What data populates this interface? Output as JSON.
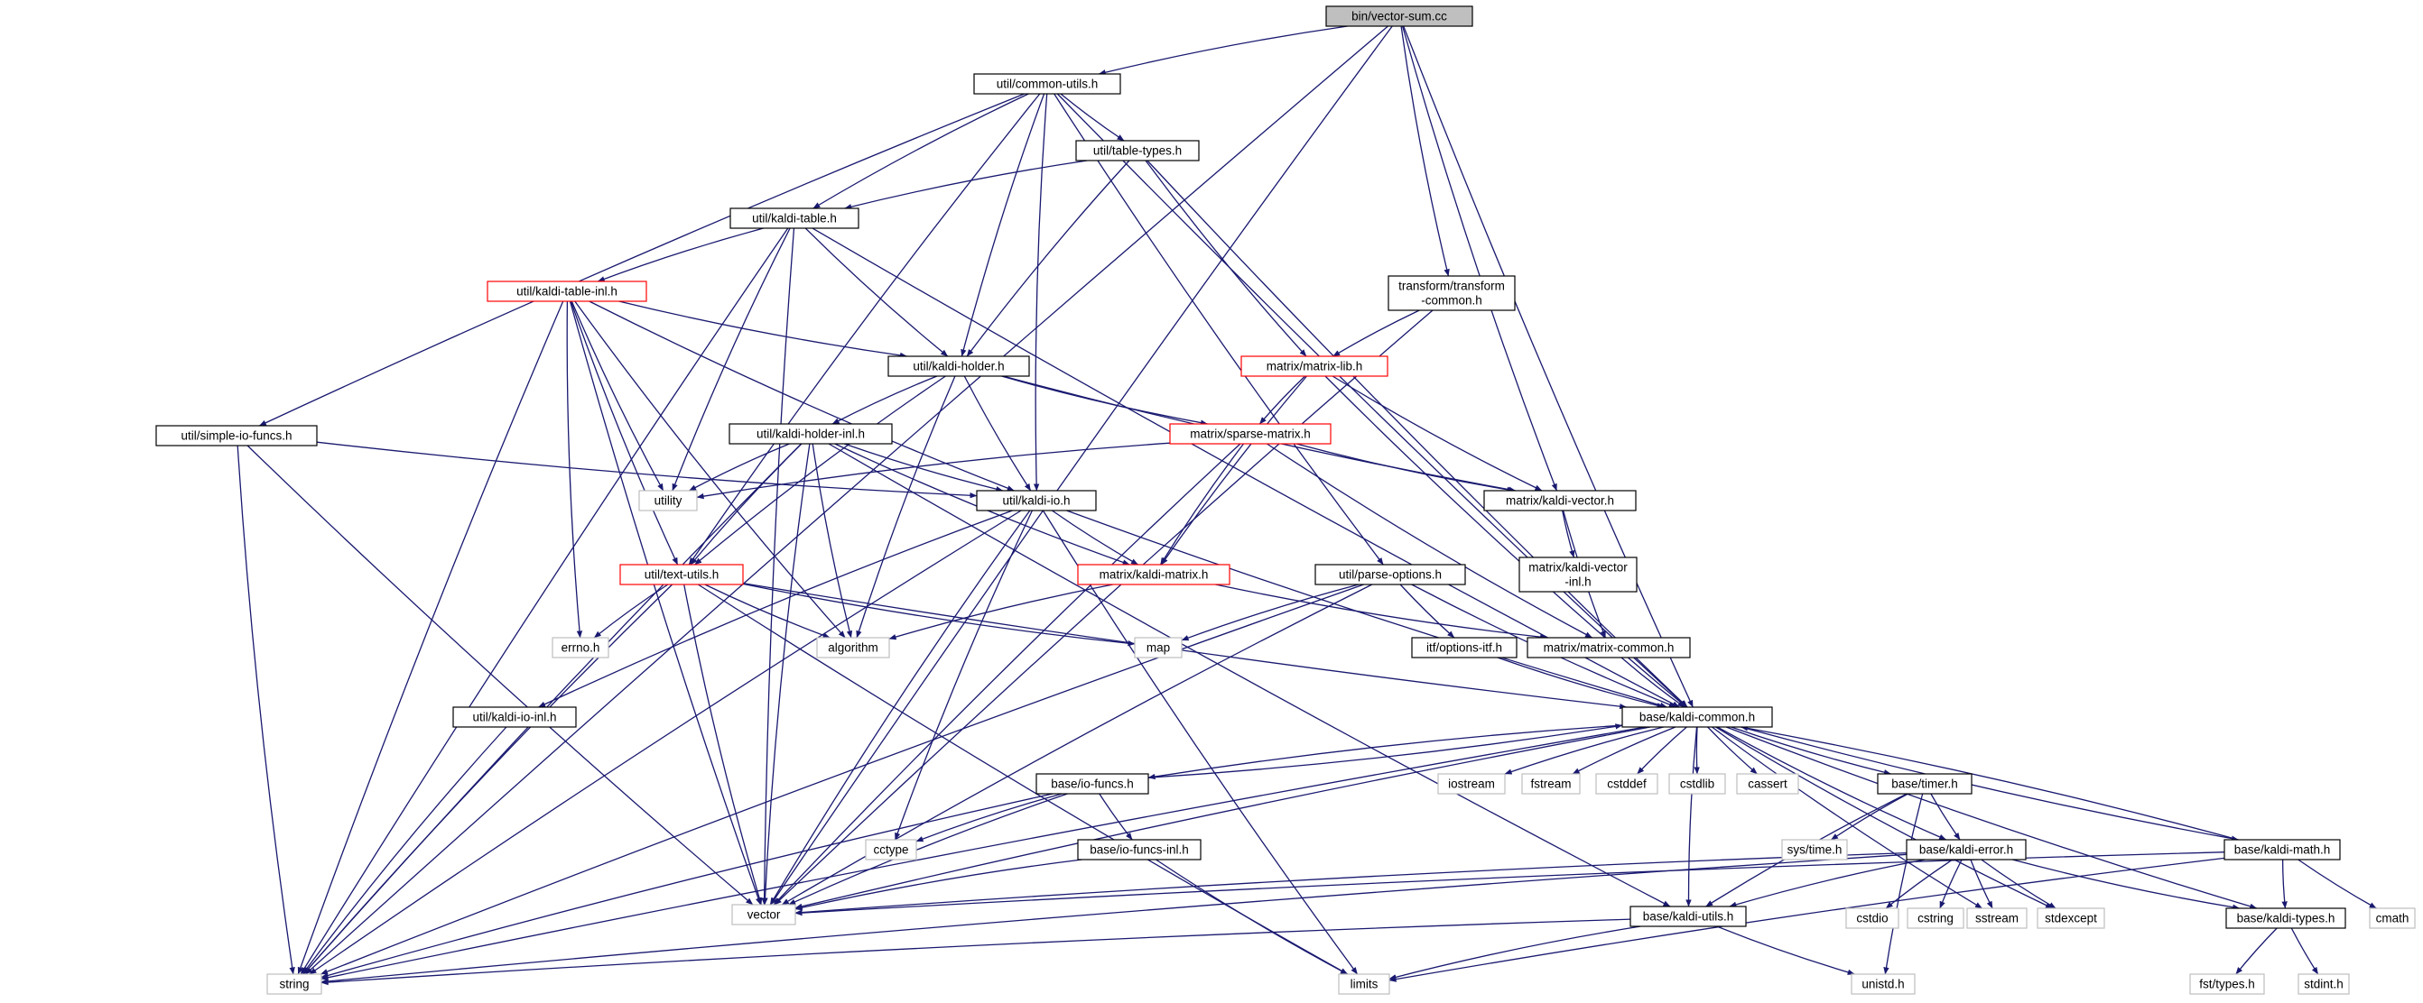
{
  "colors": {
    "edge": "#191970",
    "root_fill": "#bfbfbf",
    "node_border": "#000000",
    "partial_border": "#ff0000",
    "system_border": "#bfbfbf",
    "text": "#000000"
  },
  "nodes": [
    {
      "id": "root",
      "label": "bin/vector-sum.cc",
      "kind": "root"
    },
    {
      "id": "common_utils",
      "label": "util/common-utils.h",
      "kind": "normal"
    },
    {
      "id": "table_types",
      "label": "util/table-types.h",
      "kind": "normal"
    },
    {
      "id": "kaldi_table",
      "label": "util/kaldi-table.h",
      "kind": "normal"
    },
    {
      "id": "transform_common",
      "label": [
        "transform/transform",
        "-common.h"
      ],
      "kind": "normal"
    },
    {
      "id": "kaldi_table_inl",
      "label": "util/kaldi-table-inl.h",
      "kind": "partial"
    },
    {
      "id": "kaldi_holder",
      "label": "util/kaldi-holder.h",
      "kind": "normal"
    },
    {
      "id": "matrix_lib",
      "label": "matrix/matrix-lib.h",
      "kind": "partial"
    },
    {
      "id": "simple_io_funcs",
      "label": "util/simple-io-funcs.h",
      "kind": "normal"
    },
    {
      "id": "kaldi_holder_inl",
      "label": "util/kaldi-holder-inl.h",
      "kind": "normal"
    },
    {
      "id": "sparse_matrix",
      "label": "matrix/sparse-matrix.h",
      "kind": "partial"
    },
    {
      "id": "utility",
      "label": "utility",
      "kind": "system"
    },
    {
      "id": "kaldi_io",
      "label": "util/kaldi-io.h",
      "kind": "normal"
    },
    {
      "id": "kaldi_vector",
      "label": "matrix/kaldi-vector.h",
      "kind": "normal"
    },
    {
      "id": "kaldi_vector_inl",
      "label": [
        "matrix/kaldi-vector",
        "-inl.h"
      ],
      "kind": "normal"
    },
    {
      "id": "text_utils",
      "label": "util/text-utils.h",
      "kind": "partial"
    },
    {
      "id": "kaldi_matrix",
      "label": "matrix/kaldi-matrix.h",
      "kind": "partial"
    },
    {
      "id": "parse_options",
      "label": "util/parse-options.h",
      "kind": "normal"
    },
    {
      "id": "errno",
      "label": "errno.h",
      "kind": "system"
    },
    {
      "id": "algorithm",
      "label": "algorithm",
      "kind": "system"
    },
    {
      "id": "map",
      "label": "map",
      "kind": "system"
    },
    {
      "id": "options_itf",
      "label": "itf/options-itf.h",
      "kind": "normal"
    },
    {
      "id": "matrix_common",
      "label": "matrix/matrix-common.h",
      "kind": "normal"
    },
    {
      "id": "kaldi_io_inl",
      "label": "util/kaldi-io-inl.h",
      "kind": "normal"
    },
    {
      "id": "kaldi_common",
      "label": "base/kaldi-common.h",
      "kind": "normal"
    },
    {
      "id": "io_funcs",
      "label": "base/io-funcs.h",
      "kind": "normal"
    },
    {
      "id": "iostream",
      "label": "iostream",
      "kind": "system"
    },
    {
      "id": "fstream",
      "label": "fstream",
      "kind": "system"
    },
    {
      "id": "cstddef",
      "label": "cstddef",
      "kind": "system"
    },
    {
      "id": "cstdlib",
      "label": "cstdlib",
      "kind": "system"
    },
    {
      "id": "cassert",
      "label": "cassert",
      "kind": "system"
    },
    {
      "id": "timer",
      "label": "base/timer.h",
      "kind": "normal"
    },
    {
      "id": "cctype",
      "label": "cctype",
      "kind": "system"
    },
    {
      "id": "io_funcs_inl",
      "label": "base/io-funcs-inl.h",
      "kind": "normal"
    },
    {
      "id": "sys_time",
      "label": "sys/time.h",
      "kind": "system"
    },
    {
      "id": "kaldi_error",
      "label": "base/kaldi-error.h",
      "kind": "normal"
    },
    {
      "id": "kaldi_math",
      "label": "base/kaldi-math.h",
      "kind": "normal"
    },
    {
      "id": "vector",
      "label": "vector",
      "kind": "system"
    },
    {
      "id": "kaldi_utils",
      "label": "base/kaldi-utils.h",
      "kind": "normal"
    },
    {
      "id": "cstdio",
      "label": "cstdio",
      "kind": "system"
    },
    {
      "id": "cstring",
      "label": "cstring",
      "kind": "system"
    },
    {
      "id": "sstream",
      "label": "sstream",
      "kind": "system"
    },
    {
      "id": "stdexcept",
      "label": "stdexcept",
      "kind": "system"
    },
    {
      "id": "kaldi_types",
      "label": "base/kaldi-types.h",
      "kind": "normal"
    },
    {
      "id": "cmath",
      "label": "cmath",
      "kind": "system"
    },
    {
      "id": "string",
      "label": "string",
      "kind": "system"
    },
    {
      "id": "limits",
      "label": "limits",
      "kind": "system"
    },
    {
      "id": "unistd",
      "label": "unistd.h",
      "kind": "system"
    },
    {
      "id": "fst_types",
      "label": "fst/types.h",
      "kind": "system"
    },
    {
      "id": "stdint",
      "label": "stdint.h",
      "kind": "system"
    }
  ],
  "edges": [
    [
      "root",
      "common_utils"
    ],
    [
      "root",
      "transform_common"
    ],
    [
      "root",
      "kaldi_vector"
    ],
    [
      "root",
      "kaldi_common"
    ],
    [
      "root",
      "vector"
    ],
    [
      "root",
      "string"
    ],
    [
      "common_utils",
      "table_types"
    ],
    [
      "common_utils",
      "kaldi_table"
    ],
    [
      "common_utils",
      "kaldi_holder"
    ],
    [
      "common_utils",
      "kaldi_io"
    ],
    [
      "common_utils",
      "simple_io_funcs"
    ],
    [
      "common_utils",
      "text_utils"
    ],
    [
      "common_utils",
      "parse_options"
    ],
    [
      "common_utils",
      "kaldi_common"
    ],
    [
      "table_types",
      "kaldi_table"
    ],
    [
      "table_types",
      "kaldi_holder"
    ],
    [
      "table_types",
      "matrix_lib"
    ],
    [
      "table_types",
      "kaldi_common"
    ],
    [
      "kaldi_table",
      "kaldi_table_inl"
    ],
    [
      "kaldi_table",
      "kaldi_holder"
    ],
    [
      "kaldi_table",
      "utility"
    ],
    [
      "kaldi_table",
      "kaldi_common"
    ],
    [
      "kaldi_table",
      "vector"
    ],
    [
      "kaldi_table",
      "string"
    ],
    [
      "transform_common",
      "matrix_lib"
    ],
    [
      "transform_common",
      "vector"
    ],
    [
      "kaldi_table_inl",
      "kaldi_holder"
    ],
    [
      "kaldi_table_inl",
      "kaldi_io"
    ],
    [
      "kaldi_table_inl",
      "text_utils"
    ],
    [
      "kaldi_table_inl",
      "utility"
    ],
    [
      "kaldi_table_inl",
      "algorithm"
    ],
    [
      "kaldi_table_inl",
      "errno"
    ],
    [
      "kaldi_table_inl",
      "vector"
    ],
    [
      "kaldi_table_inl",
      "string"
    ],
    [
      "kaldi_holder",
      "kaldi_holder_inl"
    ],
    [
      "kaldi_holder",
      "kaldi_io"
    ],
    [
      "kaldi_holder",
      "text_utils"
    ],
    [
      "kaldi_holder",
      "sparse_matrix"
    ],
    [
      "kaldi_holder",
      "kaldi_vector"
    ],
    [
      "kaldi_holder",
      "algorithm"
    ],
    [
      "matrix_lib",
      "sparse_matrix"
    ],
    [
      "matrix_lib",
      "kaldi_matrix"
    ],
    [
      "matrix_lib",
      "kaldi_vector"
    ],
    [
      "matrix_lib",
      "kaldi_common"
    ],
    [
      "simple_io_funcs",
      "kaldi_io"
    ],
    [
      "simple_io_funcs",
      "vector"
    ],
    [
      "simple_io_funcs",
      "string"
    ],
    [
      "kaldi_holder_inl",
      "utility"
    ],
    [
      "kaldi_holder_inl",
      "kaldi_io"
    ],
    [
      "kaldi_holder_inl",
      "text_utils"
    ],
    [
      "kaldi_holder_inl",
      "kaldi_matrix"
    ],
    [
      "kaldi_holder_inl",
      "algorithm"
    ],
    [
      "kaldi_holder_inl",
      "kaldi_utils"
    ],
    [
      "kaldi_holder_inl",
      "vector"
    ],
    [
      "kaldi_holder_inl",
      "string"
    ],
    [
      "sparse_matrix",
      "kaldi_matrix"
    ],
    [
      "sparse_matrix",
      "kaldi_vector"
    ],
    [
      "sparse_matrix",
      "matrix_common"
    ],
    [
      "sparse_matrix",
      "utility"
    ],
    [
      "sparse_matrix",
      "vector"
    ],
    [
      "kaldi_io",
      "kaldi_io_inl"
    ],
    [
      "kaldi_io",
      "kaldi_matrix"
    ],
    [
      "kaldi_io",
      "kaldi_common"
    ],
    [
      "kaldi_io",
      "cctype"
    ],
    [
      "kaldi_io",
      "limits"
    ],
    [
      "kaldi_io",
      "vector"
    ],
    [
      "kaldi_io",
      "string"
    ],
    [
      "kaldi_vector",
      "kaldi_vector_inl"
    ],
    [
      "kaldi_vector",
      "matrix_common"
    ],
    [
      "text_utils",
      "errno"
    ],
    [
      "text_utils",
      "algorithm"
    ],
    [
      "text_utils",
      "map"
    ],
    [
      "text_utils",
      "kaldi_common"
    ],
    [
      "text_utils",
      "limits"
    ],
    [
      "text_utils",
      "vector"
    ],
    [
      "text_utils",
      "string"
    ],
    [
      "kaldi_matrix",
      "algorithm"
    ],
    [
      "kaldi_matrix",
      "matrix_common"
    ],
    [
      "parse_options",
      "map"
    ],
    [
      "parse_options",
      "options_itf"
    ],
    [
      "parse_options",
      "kaldi_common"
    ],
    [
      "parse_options",
      "vector"
    ],
    [
      "parse_options",
      "string"
    ],
    [
      "options_itf",
      "kaldi_common"
    ],
    [
      "matrix_common",
      "kaldi_common"
    ],
    [
      "kaldi_io_inl",
      "string"
    ],
    [
      "kaldi_common",
      "io_funcs"
    ],
    [
      "kaldi_common",
      "iostream"
    ],
    [
      "kaldi_common",
      "fstream"
    ],
    [
      "kaldi_common",
      "cstddef"
    ],
    [
      "kaldi_common",
      "cstdlib"
    ],
    [
      "kaldi_common",
      "cassert"
    ],
    [
      "kaldi_common",
      "timer"
    ],
    [
      "kaldi_common",
      "kaldi_error"
    ],
    [
      "kaldi_common",
      "kaldi_math"
    ],
    [
      "kaldi_common",
      "kaldi_utils"
    ],
    [
      "kaldi_common",
      "sstream"
    ],
    [
      "kaldi_common",
      "stdexcept"
    ],
    [
      "kaldi_common",
      "kaldi_types"
    ],
    [
      "kaldi_common",
      "string"
    ],
    [
      "kaldi_common",
      "vector"
    ],
    [
      "io_funcs",
      "kaldi_common"
    ],
    [
      "io_funcs",
      "io_funcs_inl"
    ],
    [
      "io_funcs",
      "cctype"
    ],
    [
      "io_funcs",
      "vector"
    ],
    [
      "io_funcs",
      "string"
    ],
    [
      "io_funcs_inl",
      "vector"
    ],
    [
      "io_funcs_inl",
      "limits"
    ],
    [
      "timer",
      "sys_time"
    ],
    [
      "timer",
      "kaldi_error"
    ],
    [
      "timer",
      "kaldi_utils"
    ],
    [
      "timer",
      "unistd"
    ],
    [
      "kaldi_error",
      "kaldi_types"
    ],
    [
      "kaldi_error",
      "kaldi_utils"
    ],
    [
      "kaldi_error",
      "cstdio"
    ],
    [
      "kaldi_error",
      "cstring"
    ],
    [
      "kaldi_error",
      "sstream"
    ],
    [
      "kaldi_error",
      "stdexcept"
    ],
    [
      "kaldi_error",
      "vector"
    ],
    [
      "kaldi_error",
      "string"
    ],
    [
      "kaldi_math",
      "kaldi_common"
    ],
    [
      "kaldi_math",
      "kaldi_types"
    ],
    [
      "kaldi_math",
      "cmath"
    ],
    [
      "kaldi_math",
      "limits"
    ],
    [
      "kaldi_math",
      "vector"
    ],
    [
      "kaldi_utils",
      "limits"
    ],
    [
      "kaldi_utils",
      "string"
    ],
    [
      "kaldi_utils",
      "unistd"
    ],
    [
      "kaldi_types",
      "fst_types"
    ],
    [
      "kaldi_types",
      "stdint"
    ]
  ]
}
